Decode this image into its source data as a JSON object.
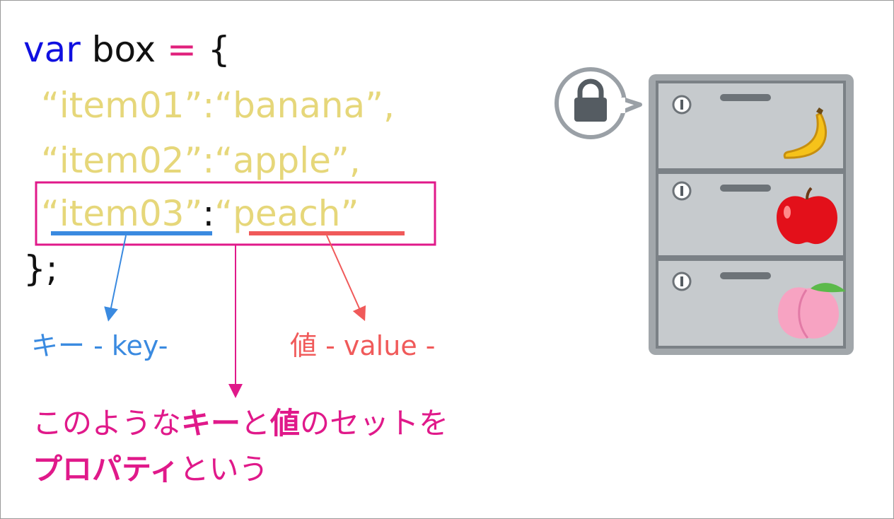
{
  "code": {
    "line1": {
      "keyword": "var",
      "name": "box",
      "op": "=",
      "brace": "{"
    },
    "line2": "“item01”:“banana”,",
    "line3": "“item02”:“apple”,",
    "line4": {
      "key": "“item03”",
      "colon": ":",
      "value": "“peach”"
    },
    "line5": "};"
  },
  "labels": {
    "key_jp": "キー",
    "key_en": "- key-",
    "value_jp": "値",
    "value_en": "- value -"
  },
  "explanation": {
    "part1": "このような",
    "part2": "キー",
    "part3": "と",
    "part4": "値",
    "part5": "のセットを",
    "part6": "プロパティ",
    "part7": "という"
  },
  "illustration": {
    "icon": "lock-icon",
    "drawers": [
      "banana",
      "apple",
      "peach"
    ]
  },
  "colors": {
    "keyword": "#1010e0",
    "operator": "#e0207c",
    "string": "#e6d77a",
    "key": "#3a8ae0",
    "value": "#f05a5a",
    "highlight": "#e0198a"
  }
}
